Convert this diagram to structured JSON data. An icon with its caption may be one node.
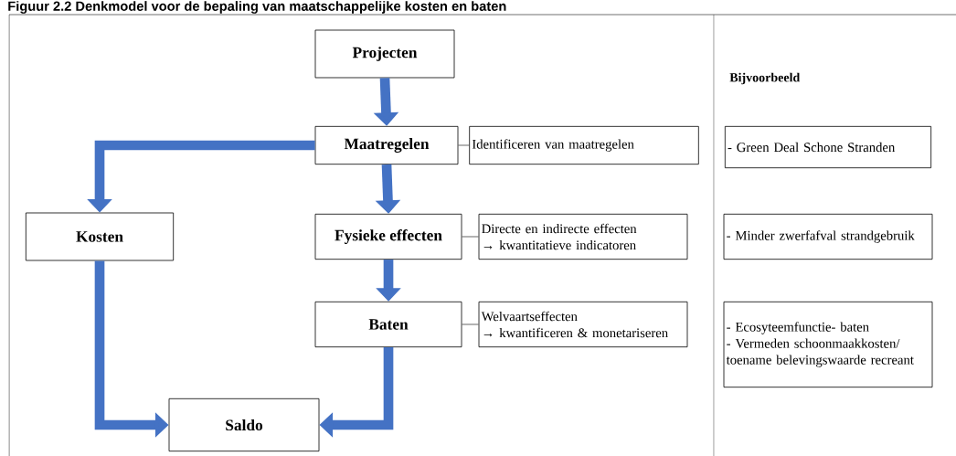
{
  "diagram": {
    "title": "Figuur 2.2 Denkmodel voor de bepaling van maatschappelijke kosten en baten",
    "nodes": [
      {
        "text": [
          "Projecten"
        ]
      },
      {
        "text": [
          "Maatregelen"
        ]
      },
      {
        "text": [
          "Identificeren van maatregelen"
        ]
      },
      {
        "text": [
          "Kosten"
        ]
      },
      {
        "text": [
          "Fysieke effecten"
        ]
      },
      {
        "text": [
          "Directe en indirecte effecten",
          "→ kwantitatieve indicatoren"
        ]
      },
      {
        "text": [
          "Baten"
        ]
      },
      {
        "text": [
          "Welvaartseffecten",
          "→ kwantificeren & monetariseren"
        ]
      },
      {
        "text": [
          "Saldo"
        ]
      },
      {
        "text": [
          "- Green Deal Schone Stranden"
        ]
      },
      {
        "text": [
          "- Minder zwerfafval strandgebruik"
        ]
      },
      {
        "text": [
          "- Ecosyteemfunctie- baten",
          "- Vermeden schoonmaakkosten/ toename belevingswaarde recreant"
        ]
      }
    ],
    "edges": [
      {
        "from": 0,
        "to": 1,
        "arrow": "to"
      },
      {
        "from": 1,
        "to": 4,
        "arrow": "to"
      },
      {
        "from": 4,
        "to": 6,
        "arrow": "to"
      },
      {
        "from": 1,
        "to": 3,
        "arrow": "to"
      },
      {
        "from": 3,
        "to": 8,
        "arrow": "to"
      },
      {
        "from": 6,
        "to": 8,
        "arrow": "to"
      },
      {
        "from": 1,
        "to": 2,
        "arrow": "none",
        "color": "#404040"
      },
      {
        "from": 4,
        "to": 5,
        "arrow": "none",
        "color": "#404040"
      },
      {
        "from": 6,
        "to": 7,
        "arrow": "none",
        "color": "#404040"
      }
    ],
    "labels": [
      "Bijvoorbeeld"
    ]
  }
}
